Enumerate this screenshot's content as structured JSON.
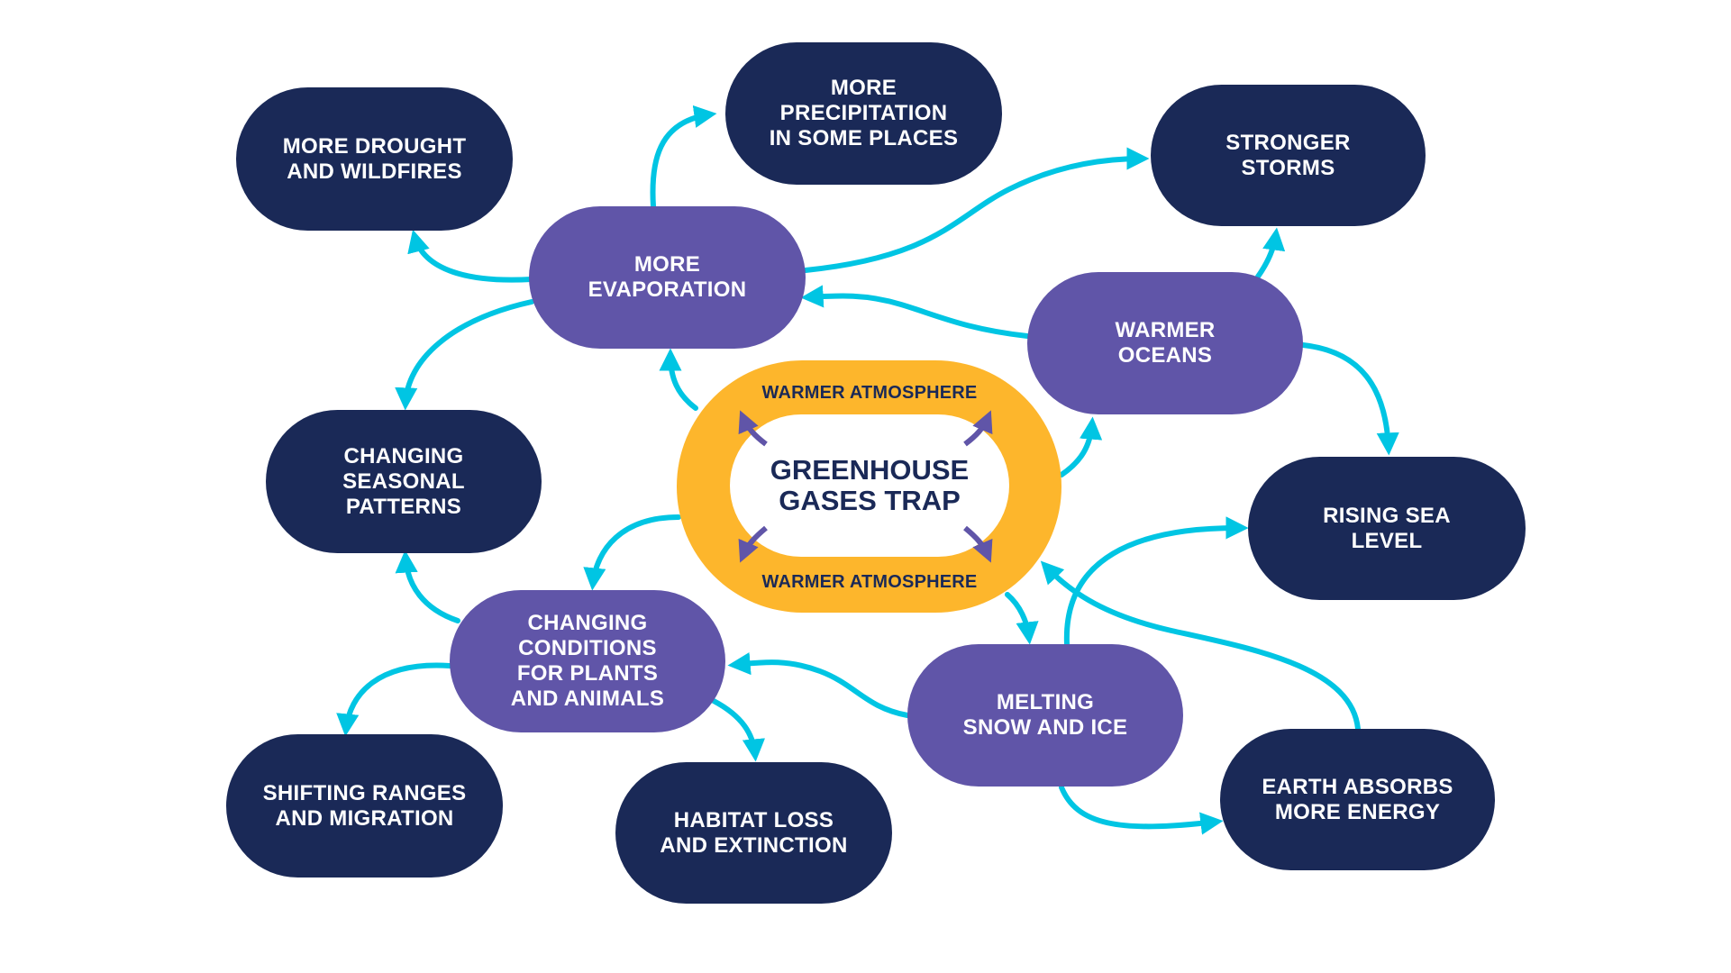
{
  "diagram": {
    "title": "Greenhouse gases trap",
    "colors": {
      "navy": "#1a2957",
      "purple": "#6055a8",
      "cyan": "#00c5e3",
      "amber": "#fdb62c",
      "white": "#ffffff"
    },
    "center": {
      "title": "GREENHOUSE\nGASES TRAP",
      "ring_label_top": "WARMER ATMOSPHERE",
      "ring_label_bottom": "WARMER ATMOSPHERE"
    },
    "nodes": {
      "more_evaporation": {
        "label": "MORE\nEVAPORATION",
        "kind": "intermediate"
      },
      "warmer_oceans": {
        "label": "WARMER\nOCEANS",
        "kind": "intermediate"
      },
      "changing_conditions": {
        "label": "CHANGING\nCONDITIONS\nFOR PLANTS\nAND ANIMALS",
        "kind": "intermediate"
      },
      "melting_snow_ice": {
        "label": "MELTING\nSNOW AND ICE",
        "kind": "intermediate"
      },
      "more_drought": {
        "label": "MORE DROUGHT\nAND WILDFIRES",
        "kind": "impact"
      },
      "more_precipitation": {
        "label": "MORE\nPRECIPITATION\nIN SOME PLACES",
        "kind": "impact"
      },
      "stronger_storms": {
        "label": "STRONGER\nSTORMS",
        "kind": "impact"
      },
      "changing_seasonal": {
        "label": "CHANGING\nSEASONAL\nPATTERNS",
        "kind": "impact"
      },
      "rising_sea_level": {
        "label": "RISING SEA\nLEVEL",
        "kind": "impact"
      },
      "shifting_ranges": {
        "label": "SHIFTING RANGES\nAND MIGRATION",
        "kind": "impact"
      },
      "habitat_loss": {
        "label": "HABITAT LOSS\nAND EXTINCTION",
        "kind": "impact"
      },
      "earth_absorbs": {
        "label": "EARTH ABSORBS\nMORE ENERGY",
        "kind": "impact"
      }
    },
    "edges": [
      {
        "from": "greenhouse_gases_trap",
        "to": "more_evaporation"
      },
      {
        "from": "greenhouse_gases_trap",
        "to": "warmer_oceans"
      },
      {
        "from": "greenhouse_gases_trap",
        "to": "changing_conditions"
      },
      {
        "from": "greenhouse_gases_trap",
        "to": "melting_snow_ice"
      },
      {
        "from": "more_evaporation",
        "to": "more_drought"
      },
      {
        "from": "more_evaporation",
        "to": "more_precipitation"
      },
      {
        "from": "more_evaporation",
        "to": "stronger_storms"
      },
      {
        "from": "more_evaporation",
        "to": "changing_seasonal"
      },
      {
        "from": "warmer_oceans",
        "to": "more_evaporation"
      },
      {
        "from": "warmer_oceans",
        "to": "stronger_storms"
      },
      {
        "from": "warmer_oceans",
        "to": "rising_sea_level"
      },
      {
        "from": "changing_conditions",
        "to": "changing_seasonal"
      },
      {
        "from": "changing_conditions",
        "to": "shifting_ranges"
      },
      {
        "from": "changing_conditions",
        "to": "habitat_loss"
      },
      {
        "from": "melting_snow_ice",
        "to": "changing_conditions"
      },
      {
        "from": "melting_snow_ice",
        "to": "rising_sea_level"
      },
      {
        "from": "melting_snow_ice",
        "to": "earth_absorbs"
      },
      {
        "from": "earth_absorbs",
        "to": "greenhouse_gases_trap"
      }
    ]
  }
}
